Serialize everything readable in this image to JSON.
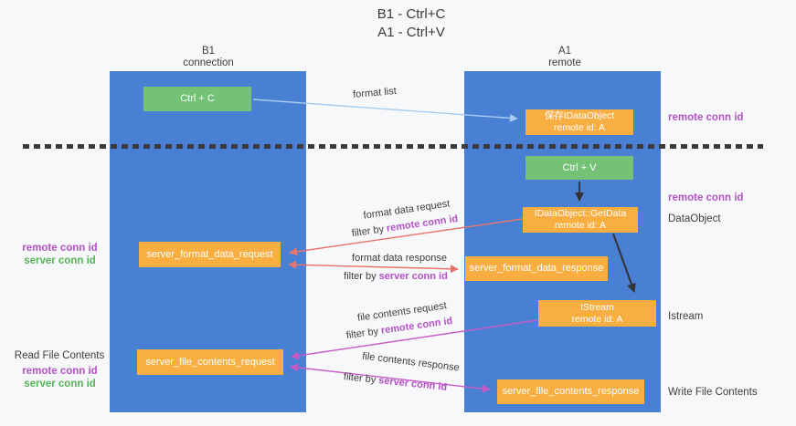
{
  "title": {
    "line1": "B1 - Ctrl+C",
    "line2": "A1 - Ctrl+V"
  },
  "columns": {
    "left": {
      "title": "B1",
      "subtitle": "connection"
    },
    "right": {
      "title": "A1",
      "subtitle": "remote"
    }
  },
  "boxes": {
    "ctrl_c": {
      "label": "Ctrl + C"
    },
    "ctrl_v": {
      "label": "Ctrl + V"
    },
    "save_idataobject": {
      "line1": "保存IDataObject",
      "line2": "remote id: A"
    },
    "getdata": {
      "line1": "IDataObject::GetData",
      "line2": "remote id: A"
    },
    "istream": {
      "line1": "IStream",
      "line2": "remote id: A"
    },
    "server_format_data_request": {
      "label": "server_format_data_request"
    },
    "server_format_data_response": {
      "label": "server_format_data_response"
    },
    "server_file_contents_request": {
      "label": "server_file_contents_request"
    },
    "server_file_contents_response": {
      "label": "server_file_contents_response"
    }
  },
  "flow_labels": {
    "format_list": "format list",
    "format_data_request": "format data request",
    "format_data_response": "format data response",
    "file_contents_request": "file contents request",
    "file_contents_response": "file contents response",
    "filter_by": "filter by",
    "remote_conn_id": "remote conn id",
    "server_conn_id": "server conn id"
  },
  "side_labels": {
    "left": {
      "remote_conn_id": "remote conn id",
      "server_conn_id": "server conn id",
      "read_file_contents": "Read File Contents",
      "remote_conn_id_2": "remote conn id",
      "server_conn_id_2": "server conn id"
    },
    "right": {
      "remote_conn_id_top": "remote conn id",
      "remote_conn_id_mid": "remote conn id",
      "dataobject": "DataObject",
      "istream": "Istream",
      "write_file_contents": "Write File Contents"
    }
  },
  "colors": {
    "lane_blue": "#4a80d3",
    "box_green": "#74c276",
    "box_orange": "#f9ae42",
    "arrow_salmon": "#e8756b",
    "arrow_magenta": "#c65bc8",
    "arrow_lightblue": "#a8cbee",
    "text_magenta": "#b452c8",
    "text_green": "#54b356"
  }
}
